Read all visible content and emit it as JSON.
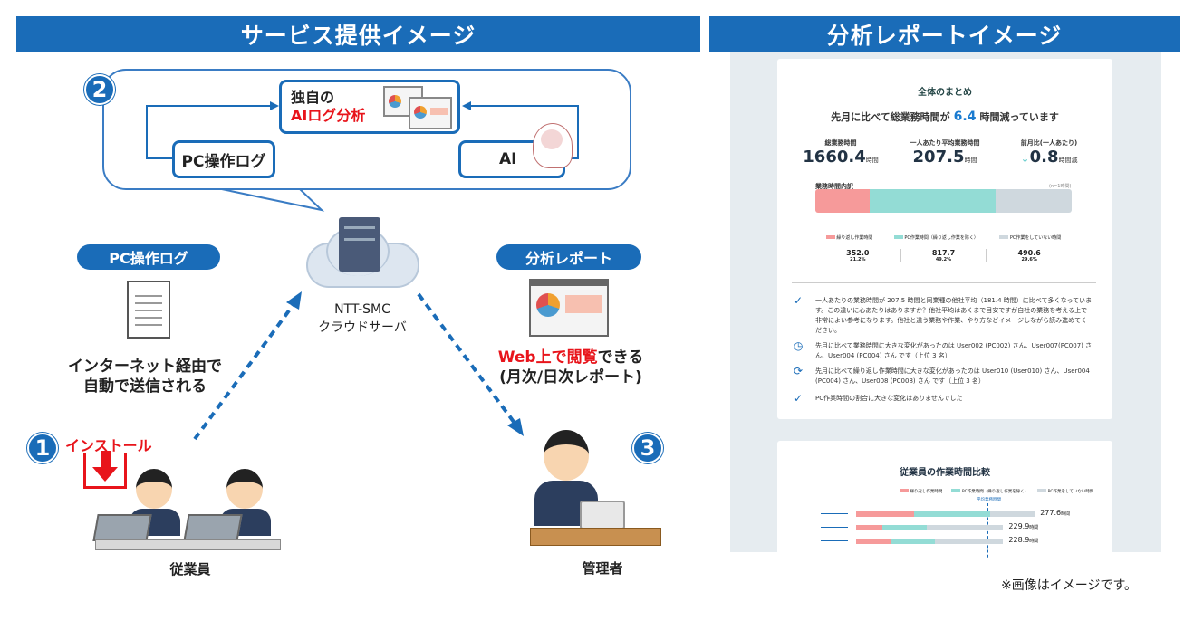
{
  "left_header": "サービス提供イメージ",
  "right_header": "分析レポートイメージ",
  "step2": {
    "number": "2",
    "analysis_line1": "独自の",
    "analysis_line2": "AIログ分析",
    "pc_log": "PC操作ログ",
    "ai": "AI"
  },
  "server": {
    "line1": "NTT-SMC",
    "line2": "クラウドサーバ"
  },
  "pc_log_pill": "PC操作ログ",
  "pc_log_desc": [
    "インターネット経由で",
    "自動で送信される"
  ],
  "report_pill": "分析レポート",
  "report_desc": {
    "red": "Web上で閲覧",
    "rest": "できる",
    "line2": "(月次/日次レポート)"
  },
  "step1": {
    "number": "1",
    "label": "インストール",
    "caption": "従業員"
  },
  "step3": {
    "number": "3",
    "caption": "管理者"
  },
  "footnote": "※画像はイメージです。",
  "colors": {
    "brand": "#1a6cb8",
    "red": "#e8141b",
    "pink": "#f69a9a",
    "teal": "#93dcd5",
    "gray": "#cfd8de"
  },
  "report": {
    "title": "全体のまとめ",
    "headline_pre": "先月に比べて総業務時間が",
    "headline_value": "6.4",
    "headline_post": "時間減っています",
    "kpis": [
      {
        "label": "総業務時間",
        "value": "1660.4",
        "unit": "時間"
      },
      {
        "label": "一人あたり平均業務時間",
        "value": "207.5",
        "unit": "時間"
      },
      {
        "label": "前月比(一人あたり)",
        "value": "0.8",
        "unit": "時間減"
      }
    ],
    "breakdown_title": "業務時間内訳",
    "breakdown_note": "(n=1時間)",
    "breakdown": [
      {
        "label": "繰り返し作業時間",
        "value": "352.0",
        "pct": "21.2%",
        "fraction": 0.212
      },
      {
        "label": "PC作業時間（繰り返し作業を除く）",
        "value": "817.7",
        "pct": "49.2%",
        "fraction": 0.492
      },
      {
        "label": "PC作業をしていない時間",
        "value": "490.6",
        "pct": "29.6%",
        "fraction": 0.296
      }
    ],
    "insights": [
      "一人あたりの業務時間が 207.5 時間と同業種の他社平均（181.4 時間）に比べて多くなっています。この違いに心あたりはありますか？他社平均はあくまで目安ですが自社の業務を考える上で非常によい参考になります。他社と違う業務や作業、やり方などイメージしながら読み進めてください。",
      "先月に比べて業務時間に大きな変化があったのは User002 (PC002) さん、User007(PC007) さん、User004 (PC004) さん です（上位 3 名）",
      "先月に比べて繰り返し作業時間に大きな変化があったのは User010 (User010) さん、User004 (PC004) さん、User008 (PC008) さん です（上位 3 名）",
      "PC作業時間の割合に大きな変化はありませんでした"
    ],
    "compare_title": "従業員の作業時間比較",
    "compare_legend": [
      "繰り返し作業時間",
      "PC作業時間（繰り返し作業を除く）",
      "PC作業をしていない時間"
    ],
    "avg_label": "平均業務時間",
    "compare_rows": [
      {
        "value": "277.6",
        "unit": "時間",
        "fractions": [
          0.22,
          0.29,
          0.17
        ]
      },
      {
        "value": "229.9",
        "unit": "時間",
        "fractions": [
          0.1,
          0.17,
          0.29
        ]
      },
      {
        "value": "228.9",
        "unit": "時間",
        "fractions": [
          0.13,
          0.17,
          0.26
        ]
      }
    ]
  }
}
